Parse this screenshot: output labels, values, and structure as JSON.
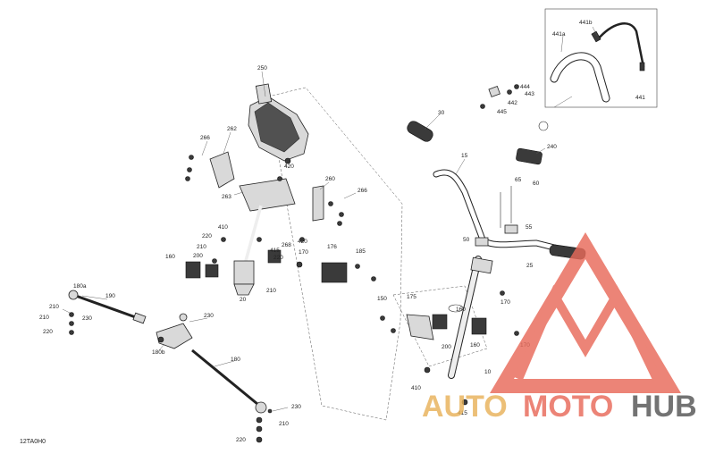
{
  "diagram_code": "12TA0H0",
  "watermark": {
    "part1": "AUTO",
    "part2": "MOTO",
    "part3": "HUB",
    "color_main": "#e86a5a",
    "color_hub": "#555555",
    "color_auto": "#e8b25a"
  },
  "callouts": {
    "c250": "250",
    "c266a": "266",
    "c262": "262",
    "c263": "263",
    "c420a": "420",
    "c260": "260",
    "c266b": "266",
    "c410a": "410",
    "c220a": "220",
    "c210a": "210",
    "c200a": "200",
    "c160a": "160",
    "c170a": "170",
    "c415": "415",
    "c220b": "220",
    "c268": "268",
    "c420b": "420",
    "c176": "176",
    "c185": "185",
    "c210b": "210",
    "c20": "20",
    "c180a": "180a",
    "c190": "190",
    "c210c": "210",
    "c230a": "230",
    "c220c": "220",
    "c230b": "230",
    "c180b": "180b",
    "c180": "180",
    "c230c": "230",
    "c210d": "210",
    "c220d": "220",
    "c210e": "210",
    "c30": "30",
    "c15": "15",
    "c240": "240",
    "c65": "65",
    "c60": "60",
    "c55": "55",
    "c50": "50",
    "c25": "25",
    "c150": "150",
    "c175": "175",
    "c160b": "160",
    "c200b": "200",
    "c160c": "160",
    "c170b": "170",
    "c10": "10",
    "c410b": "410",
    "c415b": "415",
    "c170c": "170",
    "c441b": "441b",
    "c441a": "441a",
    "c441": "441",
    "c444": "444",
    "c443": "443",
    "c442": "442",
    "c445": "445"
  }
}
